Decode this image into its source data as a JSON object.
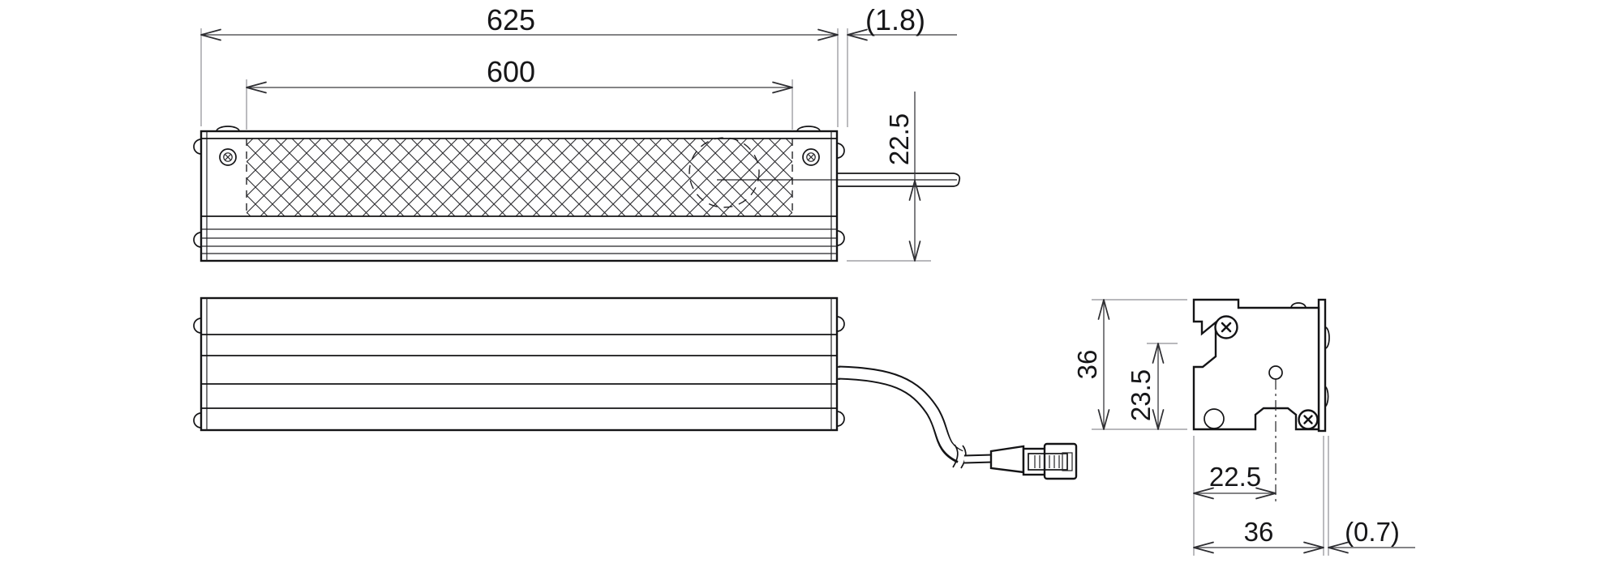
{
  "drawing": {
    "colors": {
      "background": "#ffffff",
      "line": "#141416",
      "dimension": "#3a3a3e",
      "extension": "#8e8e94",
      "text": "#161618"
    },
    "dims": {
      "top_view": {
        "overall_length": "625",
        "emitting_length": "600",
        "end_gap": "(1.8)",
        "cable_offset": "22.5"
      },
      "side_view": {
        "height": "36",
        "window_offset": "23.5",
        "slot_offset": "22.5",
        "width": "36",
        "plate_thickness": "(0.7)"
      }
    }
  }
}
